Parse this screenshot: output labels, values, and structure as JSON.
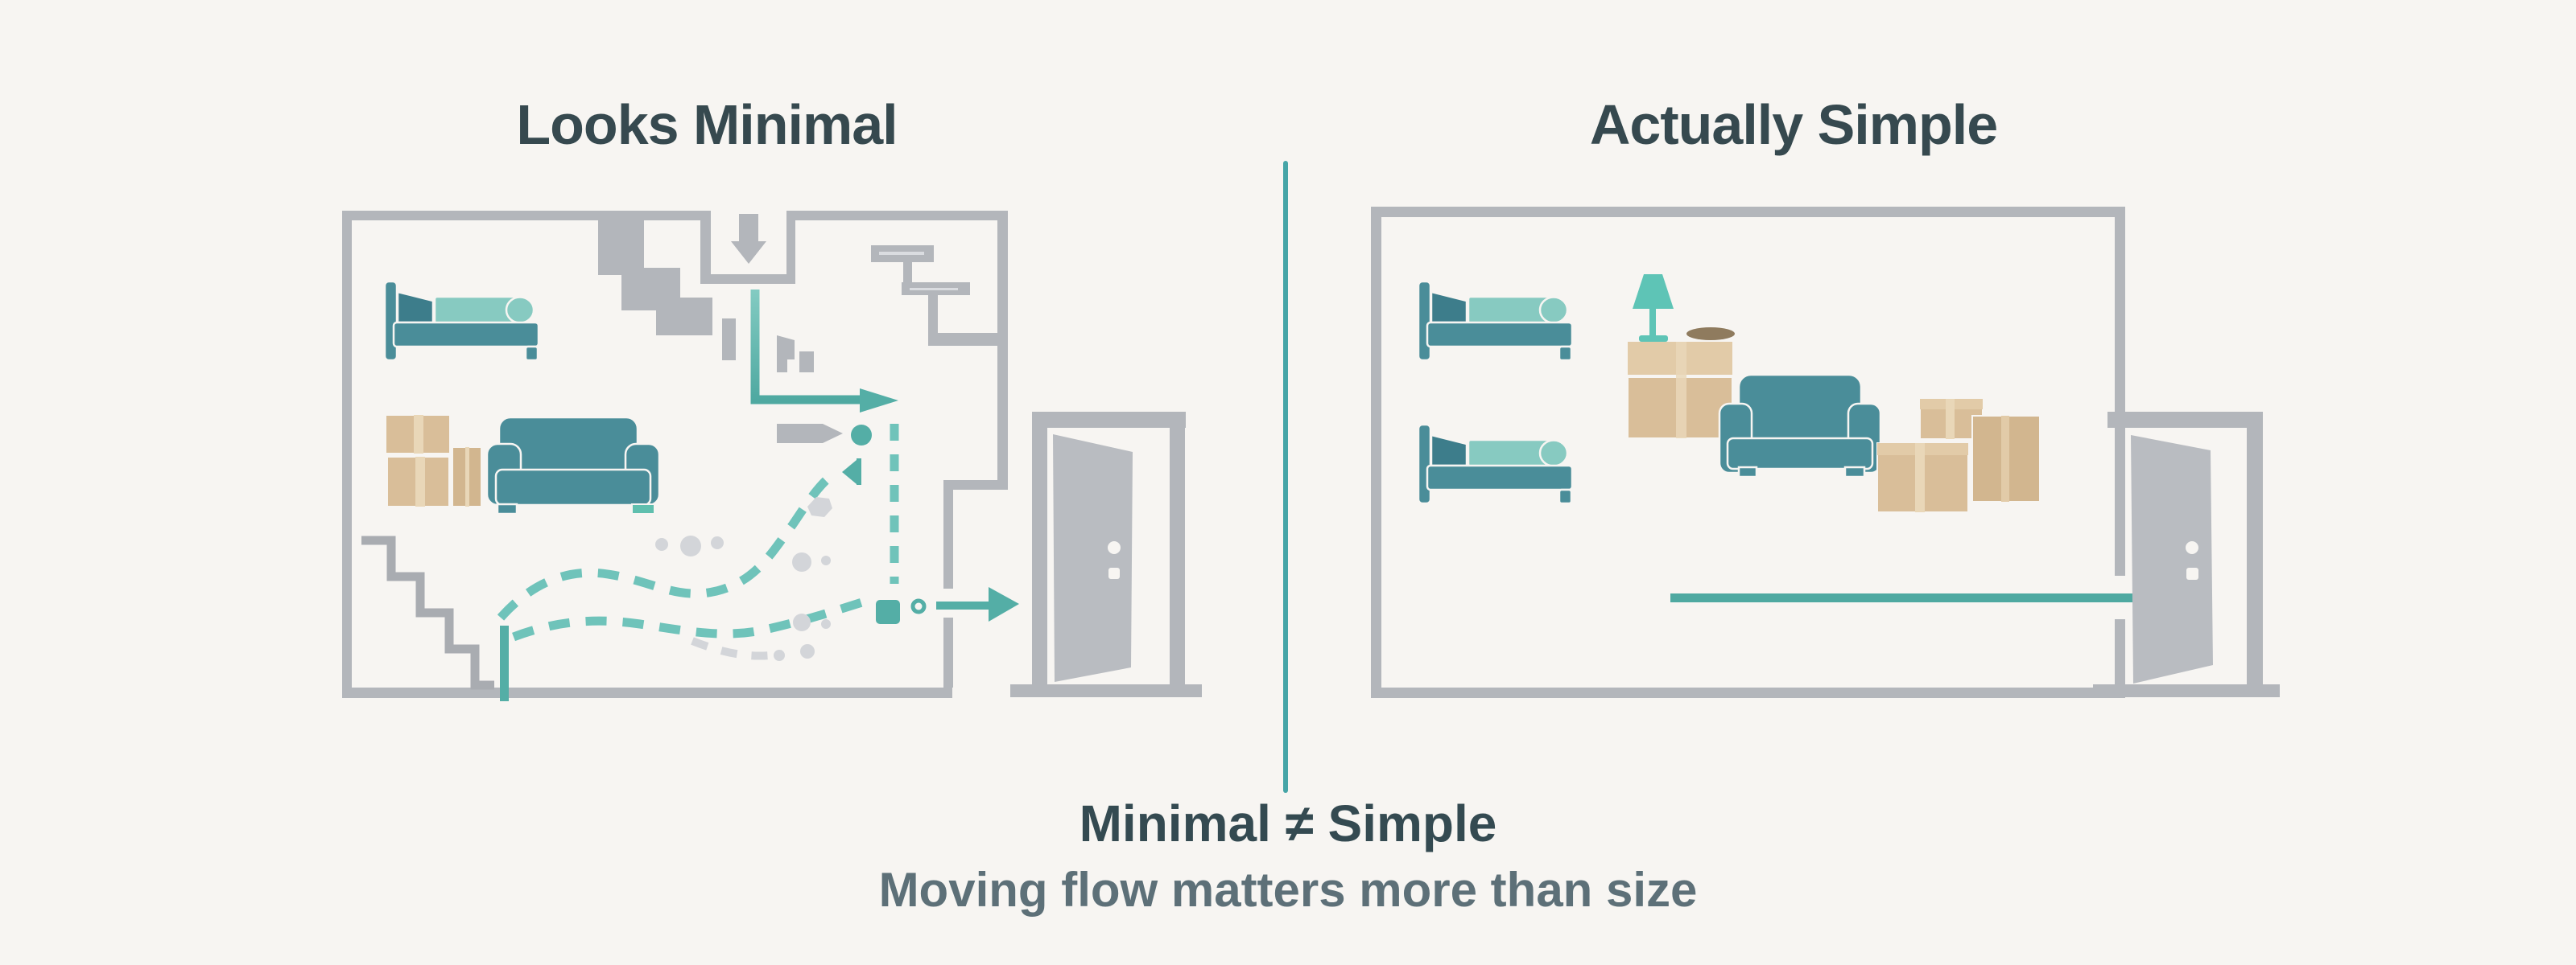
{
  "panels": {
    "left": {
      "title": "Looks Minimal",
      "illustration": "cluttered multi-room floor plan with a winding dashed moving path to the door",
      "icons": [
        "bed-icon",
        "moving-boxes-icon",
        "sofa-icon",
        "staircase-blocks-icon",
        "staircase-steps-icon",
        "entry-down-arrow-icon",
        "elbow-arrow-icon",
        "winding-dashed-path",
        "vertical-dashed-path",
        "tag-icon",
        "marker-circle-icon",
        "funnel-icon",
        "pallet-square-icon",
        "ring-icon",
        "scatter-dots",
        "exit-arrow-icon",
        "open-door-icon"
      ]
    },
    "right": {
      "title": "Actually Simple",
      "illustration": "single open room with furniture along walls and one straight arrow to the door",
      "icons": [
        "bed-icon",
        "bed-icon",
        "lamp-icon",
        "nightstand-icon",
        "tray-icon",
        "sofa-icon",
        "moving-boxes-icon",
        "straight-arrow-icon",
        "open-door-icon"
      ]
    }
  },
  "divider": {
    "color": "#46a5a7"
  },
  "caption": {
    "headline": "Minimal ≠ Simple",
    "subline": "Moving flow matters more than size"
  },
  "colors": {
    "background": "#f7f5f2",
    "title_text": "#36494f",
    "headline_text": "#344a51",
    "subline_text": "#5d7078",
    "wall_gray": "#b3b6bb",
    "light_gray_dots": "#d3d5d9",
    "door_panel_gray": "#b9bcc1",
    "teal_solid": "#54aea6",
    "teal_arrow": "#4fa9a1",
    "teal_dashed": "#6fc3ba",
    "furniture_teal": "#4a8d99",
    "headboard_teal": "#3d7d8b",
    "mattress_teal": "#87cac1",
    "lamp_teal": "#5ec4b6",
    "box_tan": "#d9be99",
    "box_tape": "#e9d7b8",
    "tray_brown": "#8f7b5e"
  }
}
